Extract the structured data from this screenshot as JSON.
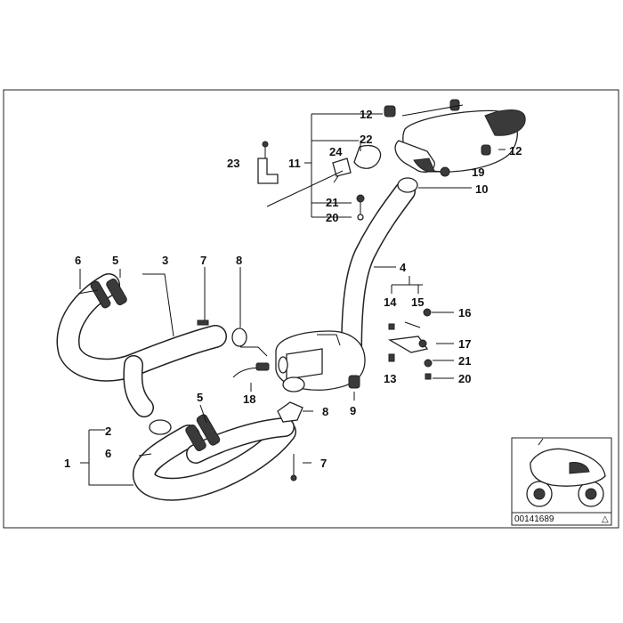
{
  "diagram": {
    "labels": {
      "l1": "1",
      "l2": "2",
      "l3": "3",
      "l4": "4",
      "l5a": "5",
      "l5b": "5",
      "l6a": "6",
      "l6b": "6",
      "l7a": "7",
      "l7b": "7",
      "l8a": "8",
      "l8b": "8",
      "l9": "9",
      "l10": "10",
      "l11": "11",
      "l12a": "12",
      "l12b": "12",
      "l13": "13",
      "l14": "14",
      "l15": "15",
      "l16": "16",
      "l17": "17",
      "l18": "18",
      "l19": "19",
      "l20a": "20",
      "l20b": "20",
      "l21a": "21",
      "l21b": "21",
      "l22": "22",
      "l23": "23",
      "l24": "24"
    },
    "reference_number": "00141689",
    "warning_glyph": "△"
  }
}
